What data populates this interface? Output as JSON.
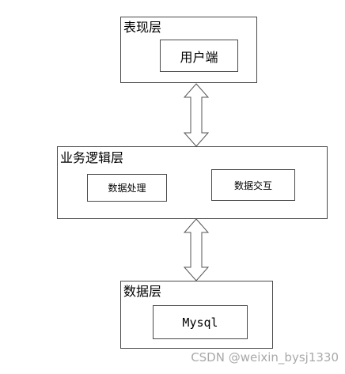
{
  "diagram": {
    "presentation_layer": {
      "title": "表现层",
      "components": [
        "用户端"
      ]
    },
    "business_layer": {
      "title": "业务逻辑层",
      "components": [
        "数据处理",
        "数据交互"
      ]
    },
    "data_layer": {
      "title": "数据层",
      "components": [
        "Mysql"
      ]
    },
    "connections": [
      {
        "from": "表现层",
        "to": "业务逻辑层",
        "type": "bidirectional"
      },
      {
        "from": "业务逻辑层",
        "to": "数据层",
        "type": "bidirectional"
      }
    ]
  },
  "watermark": "CSDN @weixin_bysj1330"
}
